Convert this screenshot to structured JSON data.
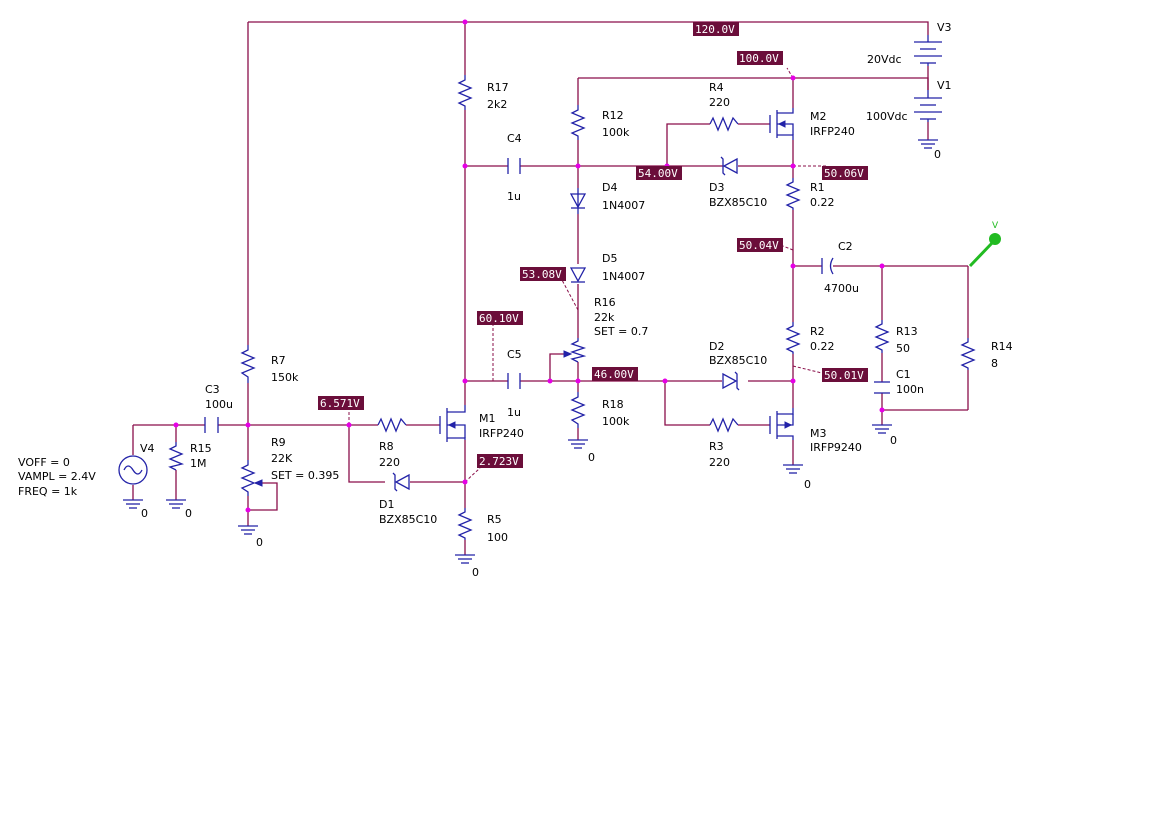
{
  "voltages": {
    "v120": "120.0V",
    "v100": "100.0V",
    "v54": "54.00V",
    "v5006": "50.06V",
    "v5004": "50.04V",
    "v5308": "53.08V",
    "v601": "60.10V",
    "v46": "46.00V",
    "v5001": "50.01V",
    "v6571": "6.571V",
    "v2723": "2.723V"
  },
  "components": {
    "V3": {
      "ref": "V3",
      "value": "20Vdc"
    },
    "V1": {
      "ref": "V1",
      "value": "100Vdc"
    },
    "R17": {
      "ref": "R17",
      "value": "2k2"
    },
    "R12": {
      "ref": "R12",
      "value": "100k"
    },
    "R4": {
      "ref": "R4",
      "value": "220"
    },
    "M2": {
      "ref": "M2",
      "value": "IRFP240"
    },
    "C4": {
      "ref": "C4",
      "value": "1u"
    },
    "D4": {
      "ref": "D4",
      "value": "1N4007"
    },
    "D3": {
      "ref": "D3",
      "value": "BZX85C10"
    },
    "R1": {
      "ref": "R1",
      "value": "0.22"
    },
    "D5": {
      "ref": "D5",
      "value": "1N4007"
    },
    "C2": {
      "ref": "C2",
      "value": "4700u"
    },
    "R16": {
      "ref": "R16",
      "value": "22k",
      "set": "SET = 0.7"
    },
    "R13": {
      "ref": "R13",
      "value": "50"
    },
    "R14": {
      "ref": "R14",
      "value": "8"
    },
    "R2": {
      "ref": "R2",
      "value": "0.22"
    },
    "C5": {
      "ref": "C5",
      "value": "1u"
    },
    "D2": {
      "ref": "D2",
      "value": "BZX85C10"
    },
    "C1": {
      "ref": "C1",
      "value": "100n"
    },
    "R7": {
      "ref": "R7",
      "value": "150k"
    },
    "C3": {
      "ref": "C3",
      "value": "100u"
    },
    "R18": {
      "ref": "R18",
      "value": "100k"
    },
    "R3": {
      "ref": "R3",
      "value": "220"
    },
    "M3": {
      "ref": "M3",
      "value": "IRFP9240"
    },
    "M1": {
      "ref": "M1",
      "value": "IRFP240"
    },
    "R8": {
      "ref": "R8",
      "value": "220"
    },
    "R9": {
      "ref": "R9",
      "value": "22K",
      "set": "SET = 0.395"
    },
    "V4": {
      "ref": "V4"
    },
    "R15": {
      "ref": "R15",
      "value": "1M"
    },
    "D1": {
      "ref": "D1",
      "value": "BZX85C10"
    },
    "R5": {
      "ref": "R5",
      "value": "100"
    }
  },
  "source_params": [
    "VOFF = 0",
    "VAMPL = 2.4V",
    "FREQ = 1k"
  ],
  "ground_label": "0",
  "probe_label": "V",
  "colors": {
    "wire": "#8a0f4a",
    "component": "#2323a8",
    "junction": "#e600e6",
    "voltage_marker": "#6b0e3a",
    "probe": "#22bb22"
  }
}
